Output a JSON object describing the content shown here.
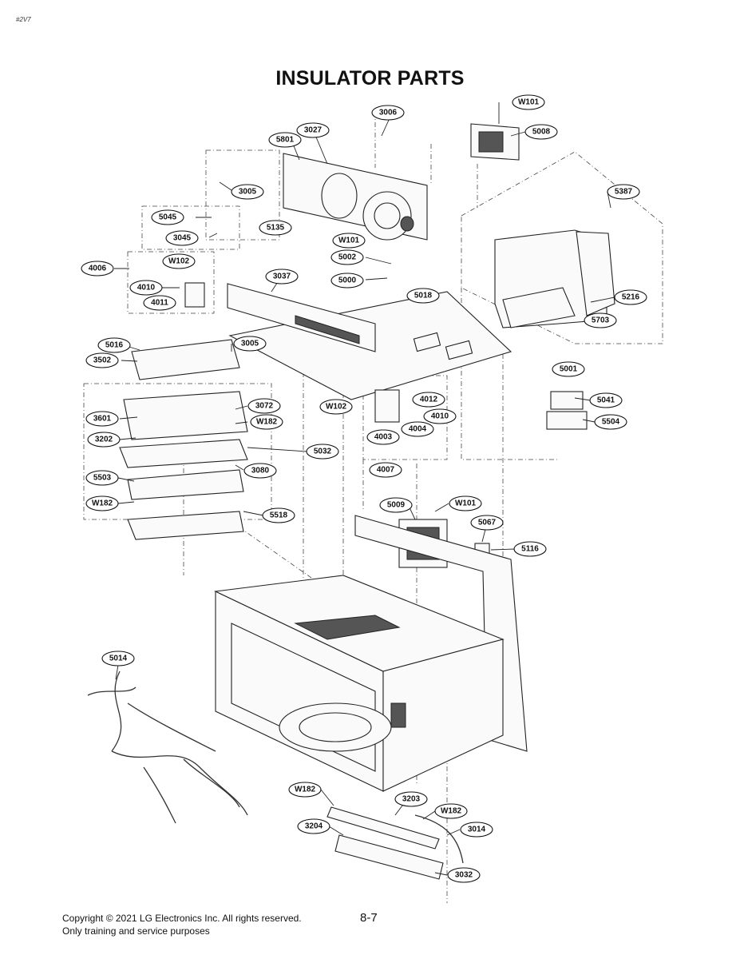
{
  "header": {
    "page_mark": "#2V7",
    "title": "INSULATOR PARTS"
  },
  "callouts": [
    {
      "id": "3006",
      "label": "3006"
    },
    {
      "id": "W101-top",
      "label": "W101"
    },
    {
      "id": "3027",
      "label": "3027"
    },
    {
      "id": "5801",
      "label": "5801"
    },
    {
      "id": "5008",
      "label": "5008"
    },
    {
      "id": "3005-top",
      "label": "3005"
    },
    {
      "id": "5387",
      "label": "5387"
    },
    {
      "id": "5045",
      "label": "5045"
    },
    {
      "id": "5135",
      "label": "5135"
    },
    {
      "id": "3045",
      "label": "3045"
    },
    {
      "id": "W101-mid",
      "label": "W101"
    },
    {
      "id": "5002",
      "label": "5002"
    },
    {
      "id": "4006",
      "label": "4006"
    },
    {
      "id": "W102-left",
      "label": "W102"
    },
    {
      "id": "3037",
      "label": "3037"
    },
    {
      "id": "5000",
      "label": "5000"
    },
    {
      "id": "4010-left",
      "label": "4010"
    },
    {
      "id": "5018",
      "label": "5018"
    },
    {
      "id": "4011",
      "label": "4011"
    },
    {
      "id": "5216",
      "label": "5216"
    },
    {
      "id": "5703",
      "label": "5703"
    },
    {
      "id": "5016",
      "label": "5016"
    },
    {
      "id": "3005-mid",
      "label": "3005"
    },
    {
      "id": "3502",
      "label": "3502"
    },
    {
      "id": "5001",
      "label": "5001"
    },
    {
      "id": "4012",
      "label": "4012"
    },
    {
      "id": "5041",
      "label": "5041"
    },
    {
      "id": "3072",
      "label": "3072"
    },
    {
      "id": "W102-mid",
      "label": "W102"
    },
    {
      "id": "4010-right",
      "label": "4010"
    },
    {
      "id": "3601",
      "label": "3601"
    },
    {
      "id": "W182-a",
      "label": "W182"
    },
    {
      "id": "5504",
      "label": "5504"
    },
    {
      "id": "4004",
      "label": "4004"
    },
    {
      "id": "3202",
      "label": "3202"
    },
    {
      "id": "4003",
      "label": "4003"
    },
    {
      "id": "5032",
      "label": "5032"
    },
    {
      "id": "3080",
      "label": "3080"
    },
    {
      "id": "4007",
      "label": "4007"
    },
    {
      "id": "5503",
      "label": "5503"
    },
    {
      "id": "W182-b",
      "label": "W182"
    },
    {
      "id": "5009",
      "label": "5009"
    },
    {
      "id": "W101-low",
      "label": "W101"
    },
    {
      "id": "5518",
      "label": "5518"
    },
    {
      "id": "5067",
      "label": "5067"
    },
    {
      "id": "5116",
      "label": "5116"
    },
    {
      "id": "5014",
      "label": "5014"
    },
    {
      "id": "W182-c",
      "label": "W182"
    },
    {
      "id": "3203",
      "label": "3203"
    },
    {
      "id": "W182-d",
      "label": "W182"
    },
    {
      "id": "3204",
      "label": "3204"
    },
    {
      "id": "3014",
      "label": "3014"
    },
    {
      "id": "3032",
      "label": "3032"
    }
  ],
  "footer": {
    "copyright": "Copyright © 2021 LG Electronics Inc. All rights reserved.",
    "usage": "Only training and service purposes",
    "page_number": "8-7"
  }
}
